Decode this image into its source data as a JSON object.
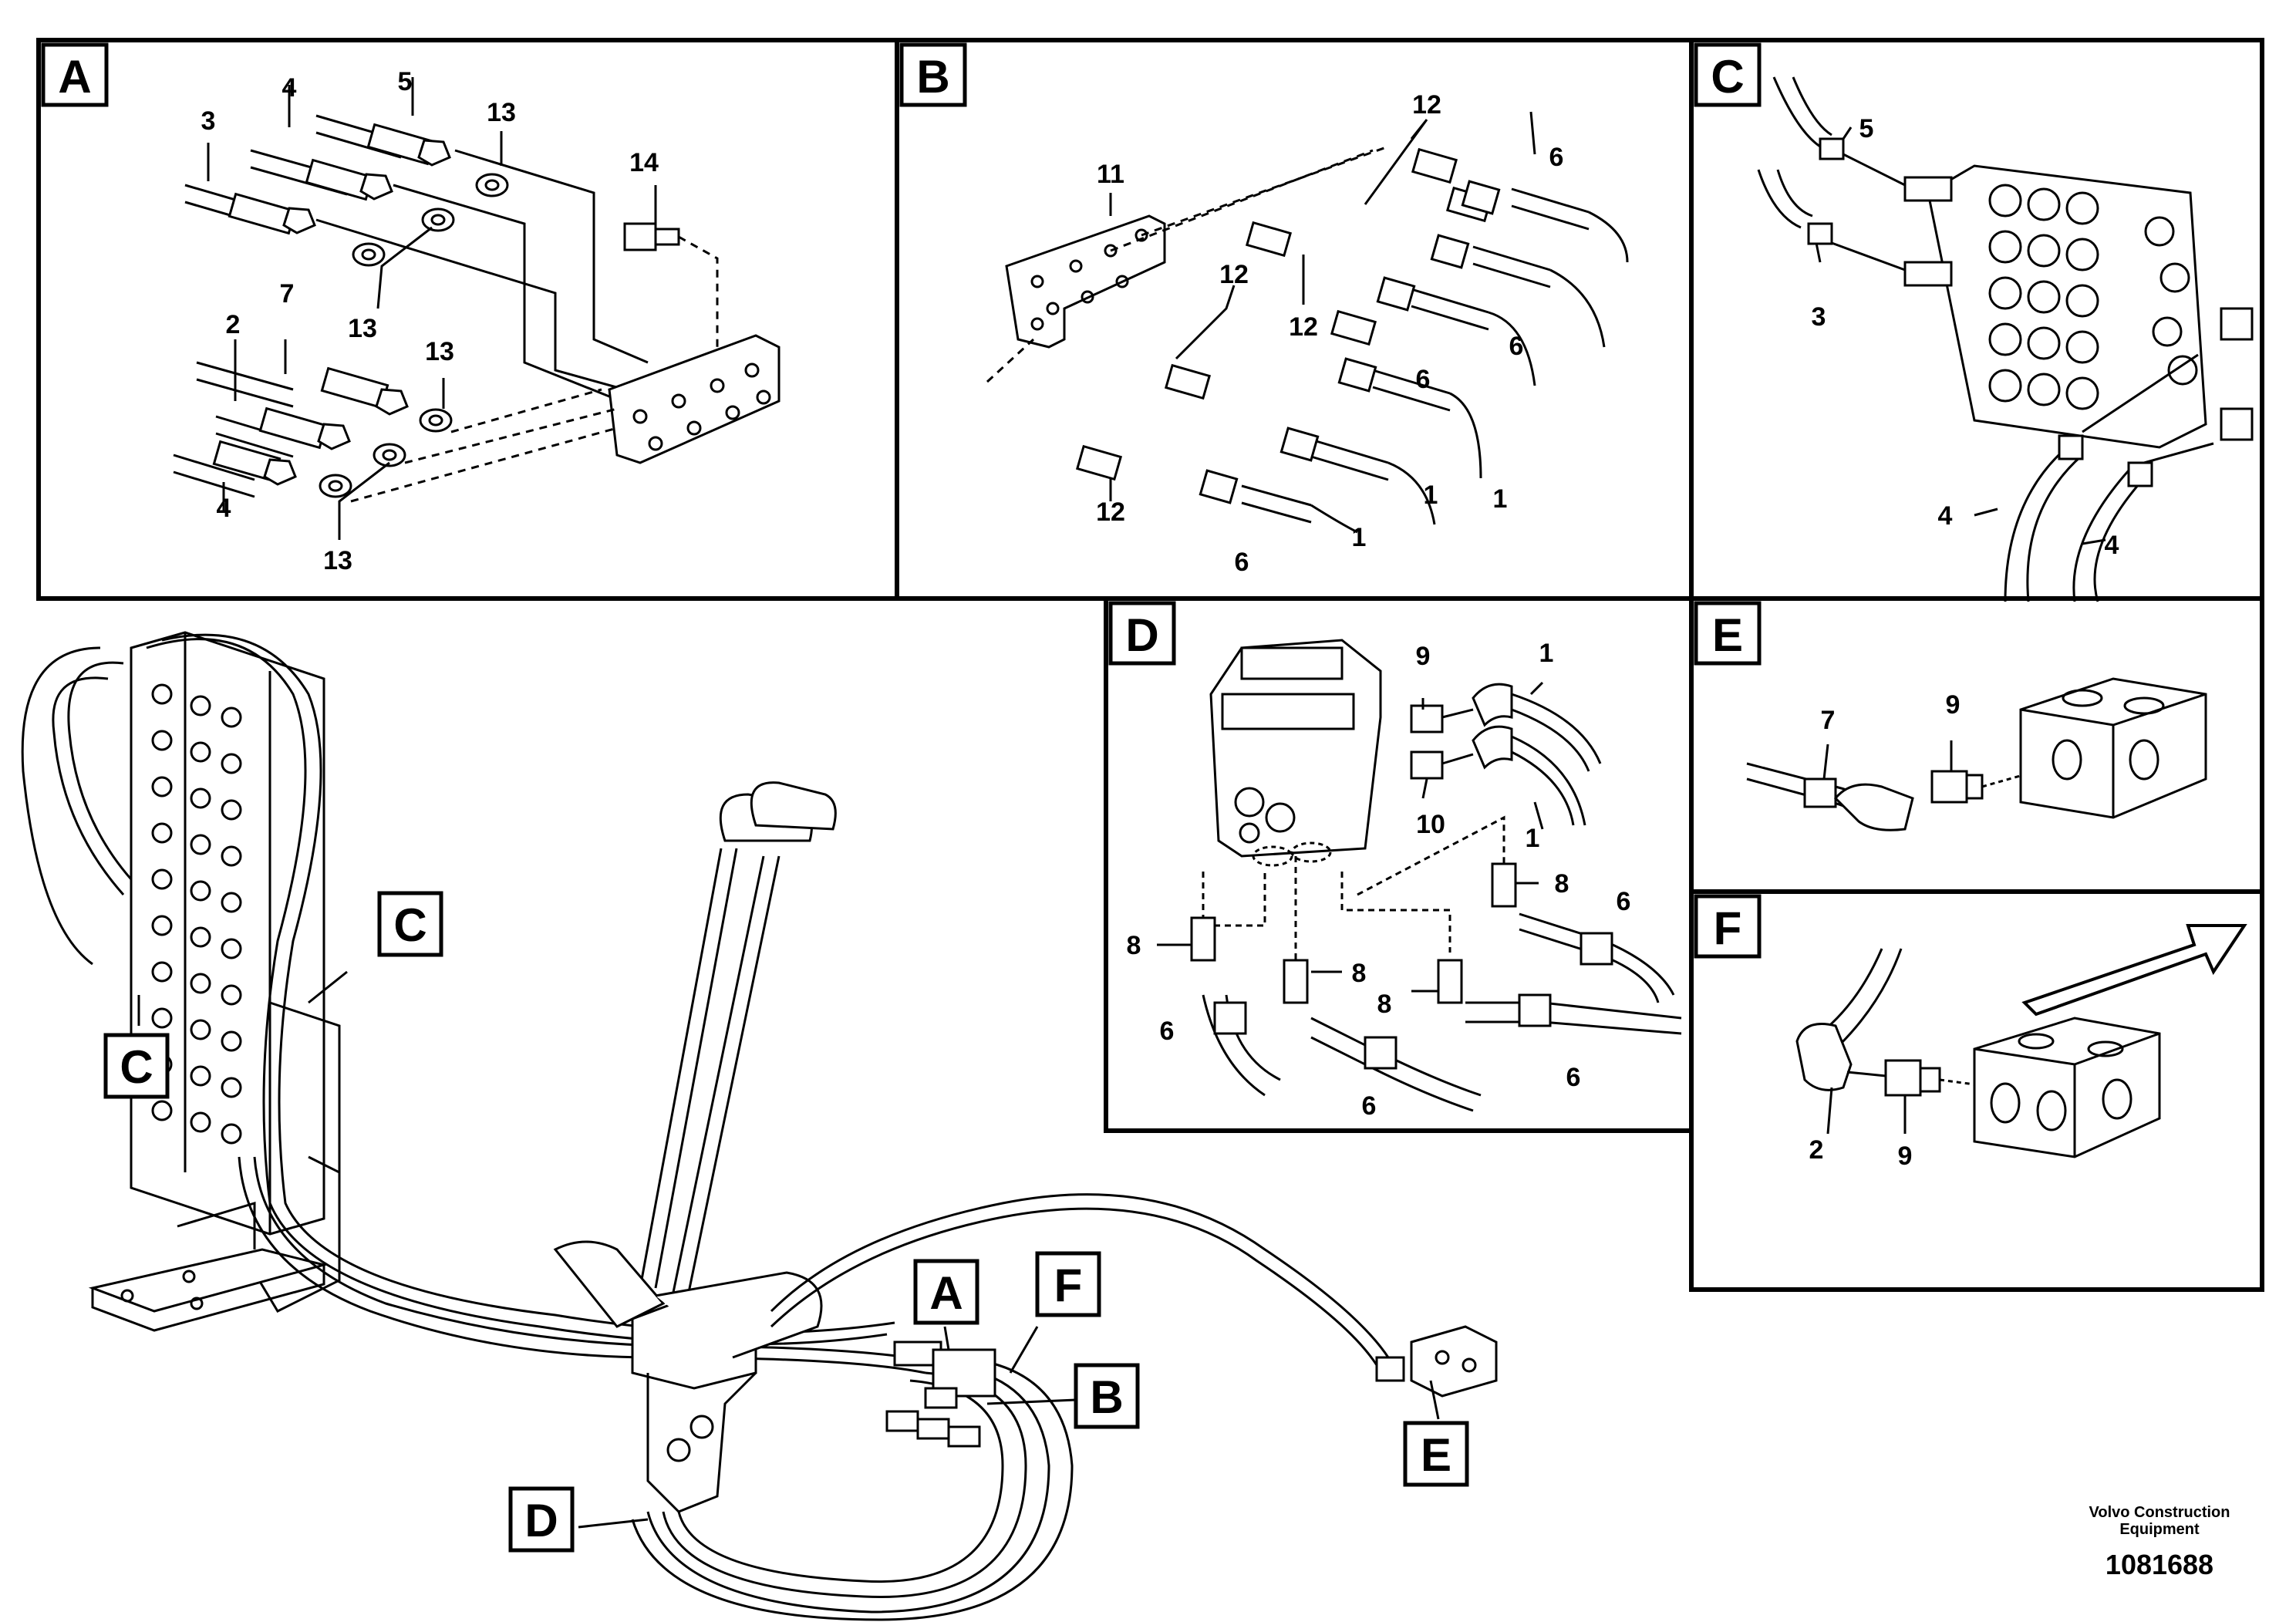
{
  "panels": [
    {
      "id": "A",
      "labels": [
        "3",
        "4",
        "5",
        "13",
        "14",
        "13",
        "7",
        "2",
        "13",
        "4",
        "13"
      ]
    },
    {
      "id": "B",
      "labels": [
        "11",
        "12",
        "6",
        "12",
        "12",
        "6",
        "6",
        "1",
        "12",
        "6",
        "1",
        "1"
      ]
    },
    {
      "id": "C",
      "labels": [
        "5",
        "3",
        "4",
        "4"
      ]
    },
    {
      "id": "D",
      "labels": [
        "9",
        "1",
        "10",
        "1",
        "8",
        "8",
        "8",
        "8",
        "6",
        "6",
        "6",
        "6"
      ]
    },
    {
      "id": "E",
      "labels": [
        "7",
        "9"
      ]
    },
    {
      "id": "F",
      "labels": [
        "2",
        "9"
      ]
    }
  ],
  "overview_callouts": [
    "C",
    "C",
    "A",
    "F",
    "B",
    "D",
    "E"
  ],
  "footer": {
    "brand_line1": "Volvo Construction",
    "brand_line2": "Equipment",
    "doc_number": "1081688"
  }
}
